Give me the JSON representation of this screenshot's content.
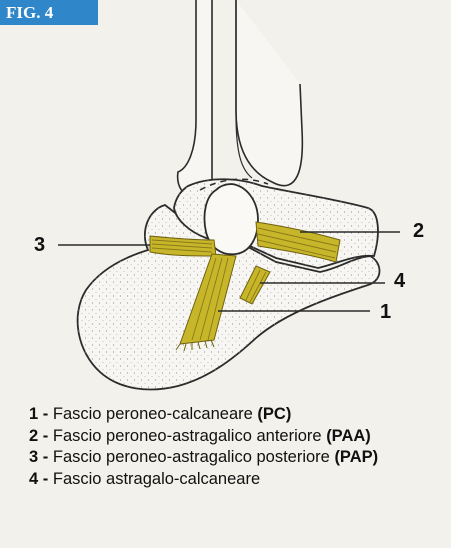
{
  "figure_label": "FIG. 4",
  "callouts": {
    "n1": "1",
    "n2": "2",
    "n3": "3",
    "n4": "4"
  },
  "legend": [
    {
      "num": "1",
      "sep": " - ",
      "text": "Fascio peroneo-calcaneare ",
      "abbr": "(PC)"
    },
    {
      "num": "2",
      "sep": " - ",
      "text": "Fascio peroneo-astragalico anteriore ",
      "abbr": "(PAA)"
    },
    {
      "num": "3",
      "sep": " - ",
      "text": "Fascio peroneo-astragalico posteriore ",
      "abbr": "(PAP)"
    },
    {
      "num": "4",
      "sep": " - ",
      "text": "Fascio astragalo-calcaneare",
      "abbr": ""
    }
  ],
  "colors": {
    "background": "#f3f1eb",
    "tag": "#2f86c9",
    "bone_fill": "#f7f6f2",
    "outline": "#2b2b2b",
    "ligament": "#c8b62a",
    "ligament_dark": "#6e6110"
  }
}
